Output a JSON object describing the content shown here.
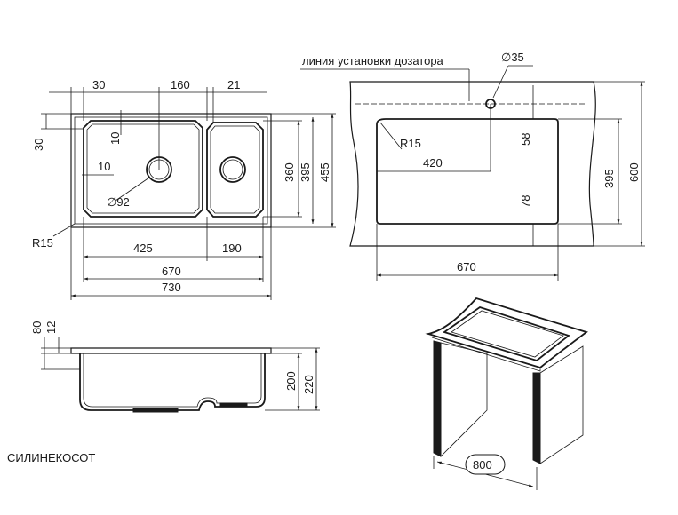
{
  "top_view": {
    "dims": {
      "d30_top": "30",
      "d160": "160",
      "d21": "21",
      "d30_left": "30",
      "d10_a": "10",
      "d10_b": "10",
      "d92": "∅92",
      "r15": "R15",
      "d425": "425",
      "d190": "190",
      "d670": "670",
      "d730": "730",
      "d360": "360",
      "d395": "395",
      "d455": "455"
    }
  },
  "cutout_view": {
    "dispenser_label": "линия установки дозатора",
    "d35": "∅35",
    "r15": "R15",
    "d420": "420",
    "d58": "58",
    "d78": "78",
    "d395": "395",
    "d600": "600",
    "d670": "670"
  },
  "side_view": {
    "d80": "80",
    "d12": "12",
    "d200": "200",
    "d220": "220"
  },
  "cabinet_view": {
    "d800": "800"
  },
  "watermark": "СИЛИНЕКОСОТ"
}
